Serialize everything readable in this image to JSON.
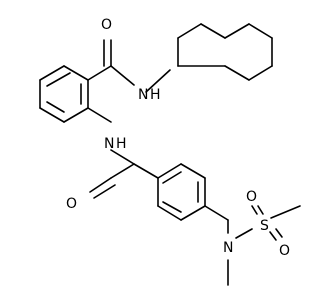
{
  "molecule": {
    "atom_labels": {
      "o_top": "O",
      "nh_amide_top": "N",
      "nh_amide_top_h": "H",
      "nh_anilide": "N",
      "nh_anilide_h": "H",
      "o_middle": "O",
      "n_sulfonamide": "N",
      "s_sulfonyl": "S",
      "o_sulfonyl_1": "O",
      "o_sulfonyl_2": "O"
    }
  }
}
